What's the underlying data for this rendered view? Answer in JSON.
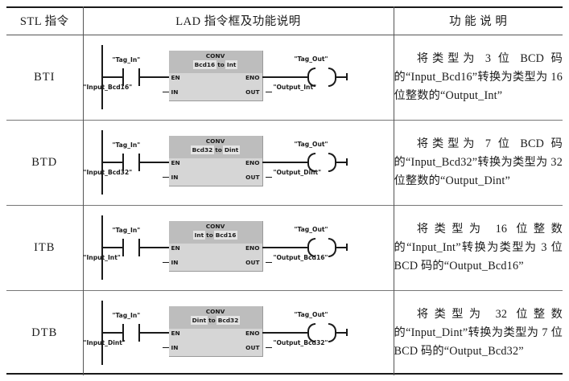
{
  "table": {
    "headers": {
      "stl": "STL 指令",
      "lad": "LAD 指令框及功能说明",
      "desc": "功 能 说 明"
    },
    "rows": [
      {
        "stl": "BTI",
        "lad": {
          "tag_in": "\"Tag_In\"",
          "in_operand": "\"Input_Bcd16\"",
          "block_title": "CONV",
          "block_from": "Bcd16",
          "block_sep": "to",
          "block_to": "Int",
          "pin_en": "EN",
          "pin_in": "IN",
          "pin_eno": "ENO",
          "pin_out": "OUT",
          "out_operand": "\"Output_Int\"",
          "tag_out": "\"Tag_Out\""
        },
        "desc": "将类型为 3 位 BCD 码的“Input_Bcd16”转换为类型为 16 位整数的“Output_Int”"
      },
      {
        "stl": "BTD",
        "lad": {
          "tag_in": "\"Tag_In\"",
          "in_operand": "\"Input_Bcd32\"",
          "block_title": "CONV",
          "block_from": "Bcd32",
          "block_sep": "to",
          "block_to": "Dint",
          "pin_en": "EN",
          "pin_in": "IN",
          "pin_eno": "ENO",
          "pin_out": "OUT",
          "out_operand": "\"Output_Dint\"",
          "tag_out": "\"Tag_Out\""
        },
        "desc": "将类型为 7 位 BCD 码的“Input_Bcd32”转换为类型为 32 位整数的“Output_Dint”"
      },
      {
        "stl": "ITB",
        "lad": {
          "tag_in": "\"Tag_In\"",
          "in_operand": "\"Input_Int\"",
          "block_title": "CONV",
          "block_from": "Int",
          "block_sep": "to",
          "block_to": "Bcd16",
          "pin_en": "EN",
          "pin_in": "IN",
          "pin_eno": "ENO",
          "pin_out": "OUT",
          "out_operand": "\"Output_Bcd16\"",
          "tag_out": "\"Tag_Out\""
        },
        "desc": "将类型为 16 位整数的“Input_Int”转换为类型为 3 位 BCD 码的“Output_Bcd16”"
      },
      {
        "stl": "DTB",
        "lad": {
          "tag_in": "\"Tag_In\"",
          "in_operand": "\"Input_Dint\"",
          "block_title": "CONV",
          "block_from": "Dint",
          "block_sep": "to",
          "block_to": "Bcd32",
          "pin_en": "EN",
          "pin_in": "IN",
          "pin_eno": "ENO",
          "pin_out": "OUT",
          "out_operand": "\"Output_Bcd32\"",
          "tag_out": "\"Tag_Out\""
        },
        "desc": "将类型为 32 位整数的“Input_Dint”转换为类型为 7 位 BCD 码的“Output_Bcd32”"
      }
    ]
  },
  "colors": {
    "block_body": "#d6d6d6",
    "block_header": "#bdbdbd",
    "chip": "#e4e4e4",
    "ink": "#1a1a1a",
    "rule": "#555555"
  }
}
